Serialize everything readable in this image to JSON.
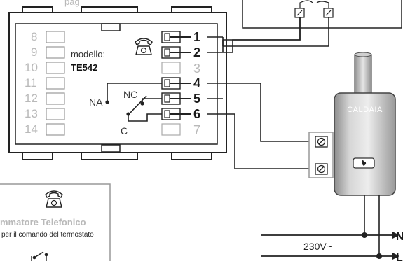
{
  "module": {
    "model_label": "modello:",
    "model_code": "TE542",
    "left_numbers": [
      "8",
      "9",
      "10",
      "11",
      "12",
      "13",
      "14"
    ],
    "right_grey_numbers": [
      "3",
      "7"
    ],
    "terminal_labels": [
      "1",
      "2",
      "4",
      "5",
      "6"
    ],
    "contact_labels": {
      "na": "NA",
      "nc": "NC",
      "c": "C"
    }
  },
  "top_fragment": "pag",
  "boiler": {
    "label": "CALDAIA"
  },
  "mains": {
    "voltage": "230V~",
    "neutral": "N",
    "live": "L"
  },
  "legend": {
    "title_fragment": "mmatore Telefonico",
    "subtitle_fragment": "per il comando del termostato"
  },
  "icons": [
    "telephone-icon",
    "flame-icon",
    "screw-terminal-icon",
    "switch-contact-icon"
  ]
}
